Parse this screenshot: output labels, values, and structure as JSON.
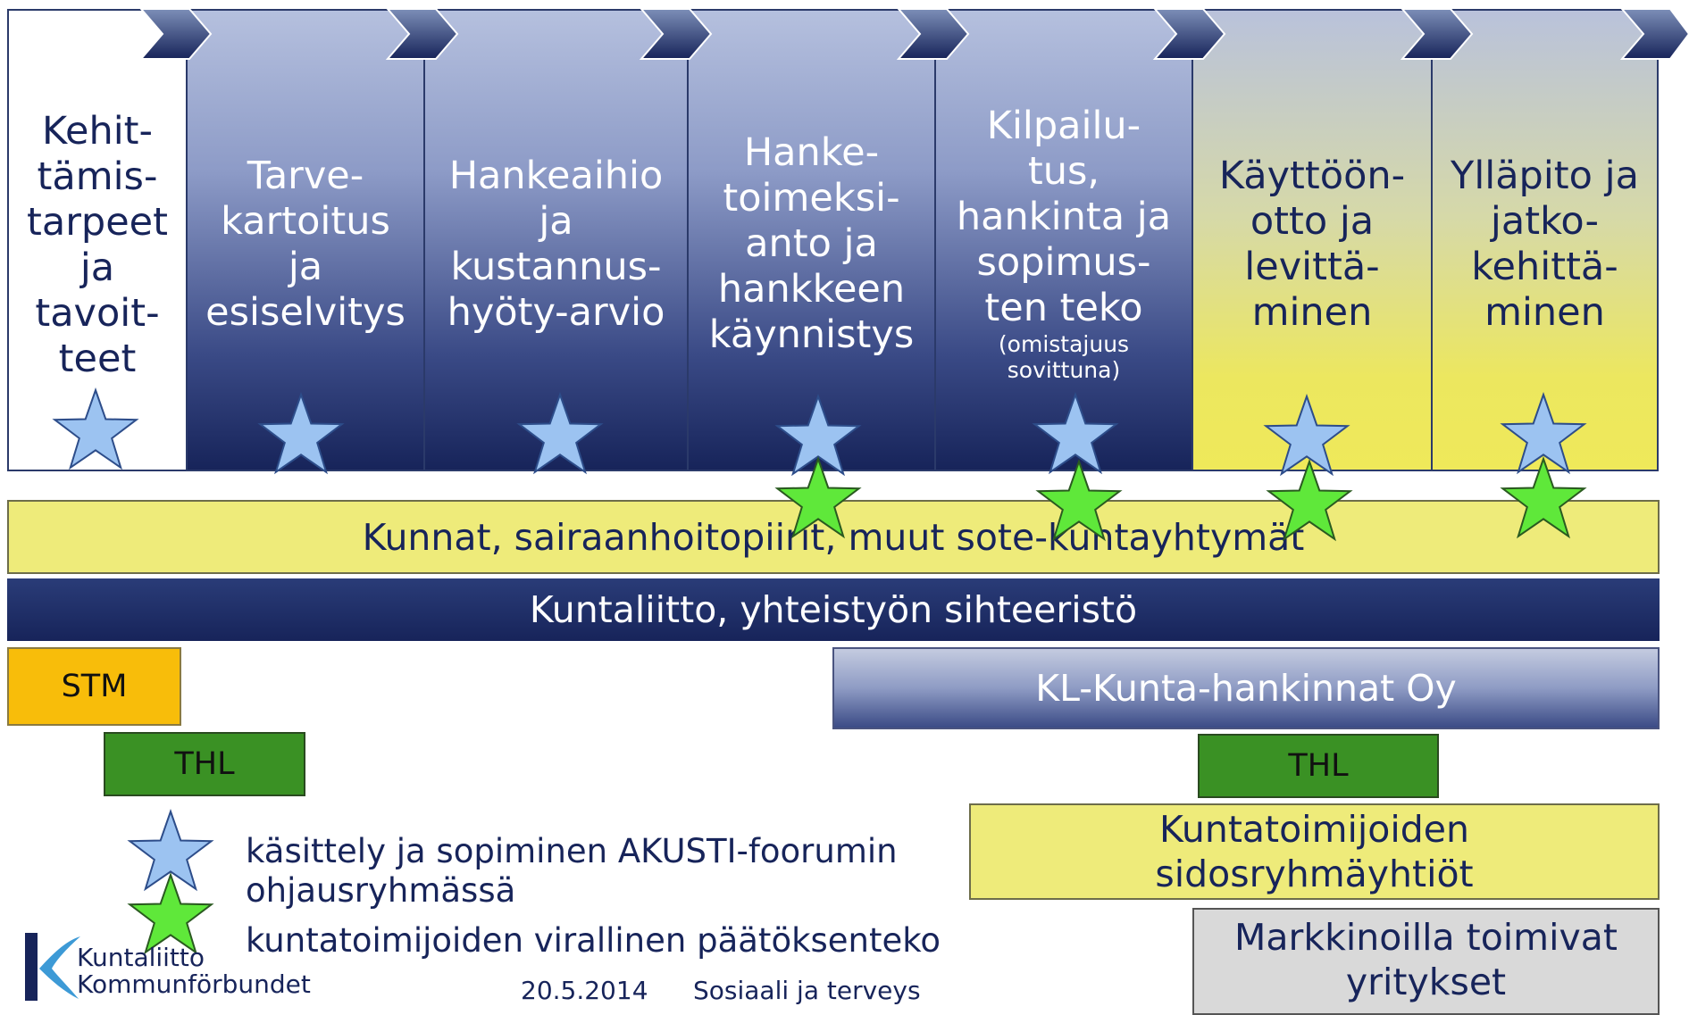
{
  "phases": [
    {
      "title": "Kehit-\ntämis-\ntarpeet\nja\ntavoit-\nteet",
      "note": ""
    },
    {
      "title": "Tarve-\nkartoitus\nja\nesiselvitys",
      "note": ""
    },
    {
      "title": "Hankeaihio\nja\nkustannus-\nhyöty-arvio",
      "note": ""
    },
    {
      "title": "Hanke-\ntoimeksi-\nanto ja\nhankkeen\nkäynnistys",
      "note": ""
    },
    {
      "title": "Kilpailu-\ntus,\nhankinta ja\nsopimus-\nten teko",
      "note": "(omistajuus\nsovittuna)"
    },
    {
      "title": "Käyttöön-\notto ja\nlevittä-\nminen",
      "note": ""
    },
    {
      "title": "Ylläpito ja\njatko-\nkehittä-\nminen",
      "note": ""
    }
  ],
  "bars": {
    "municipalities": "Kunnat, sairaanhoitopiirit, muut sote-kuntayhtymät",
    "kuntaliitto": "Kuntaliitto, yhteistyön sihteeristö",
    "stm": "STM",
    "thl_left": "THL",
    "kl_kunta": "KL-Kunta-hankinnat Oy",
    "thl_right": "THL",
    "sidosryhma": "Kuntatoimijoiden\nsidosryhmäyhtiöt",
    "markkinat": "Markkinoilla toimivat\nyritykset"
  },
  "legend": {
    "blue_star": "käsittely ja sopiminen AKUSTI-foorumin\nohjausryhmässä",
    "green_star": "kuntatoimijoiden virallinen päätöksenteko"
  },
  "footer": {
    "logo_line1": "Kuntaliitto",
    "logo_line2": "Kommunförbundet",
    "date": "20.5.2014",
    "topic": "Sosiaali ja terveys"
  },
  "colors": {
    "navy": "#17245a",
    "yellow_bar": "#eeeb7a",
    "stm_orange": "#f8bd0a",
    "thl_green": "#3a9124",
    "blue_star": "#9cc3f1",
    "green_star": "#5fe83a"
  }
}
